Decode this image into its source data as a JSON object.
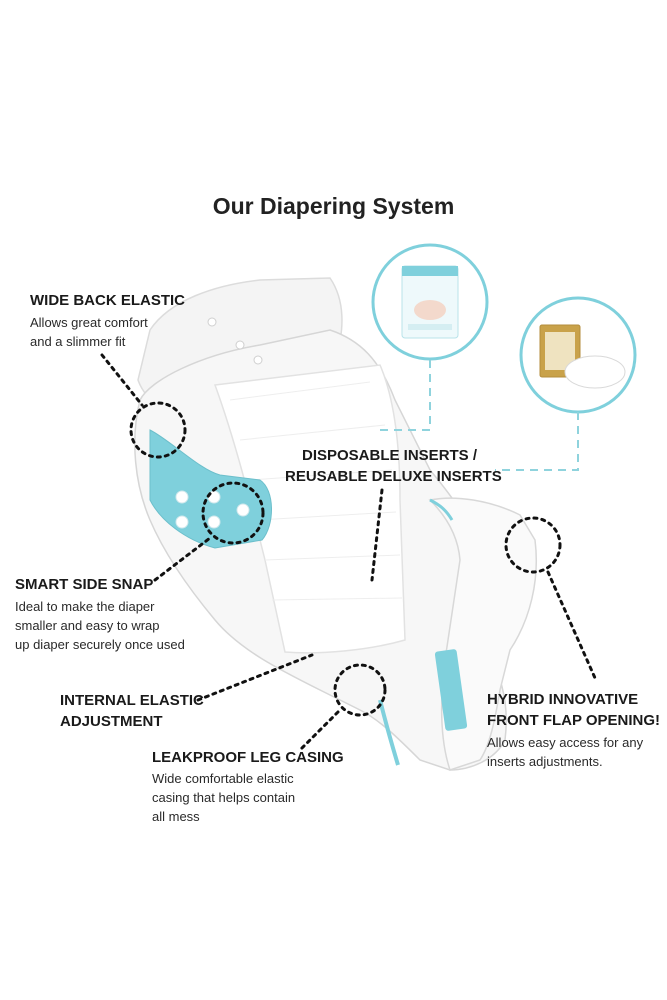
{
  "title": "Our Diapering System",
  "colors": {
    "accent": "#7fd0dc",
    "text": "#222222",
    "dots": "#111111",
    "dash": "#8fd3dd"
  },
  "labels": {
    "wide_back_elastic": {
      "heading": "WIDE BACK ELASTIC",
      "lines": [
        "Allows great comfort",
        "and a slimmer fit"
      ]
    },
    "inserts": {
      "heading_lines": [
        "DISPOSABLE INSERTS /",
        "REUSABLE DELUXE INSERTS"
      ]
    },
    "smart_side_snap": {
      "heading": "SMART SIDE SNAP",
      "lines": [
        "Ideal to make the diaper",
        "smaller and easy to wrap",
        "up diaper securely once used"
      ]
    },
    "internal_elastic": {
      "heading_lines": [
        "INTERNAL ELASTIC",
        "ADJUSTMENT"
      ]
    },
    "leakproof_leg": {
      "heading": "LEAKPROOF LEG CASING",
      "lines": [
        "Wide comfortable elastic",
        "casing that helps contain",
        "all mess"
      ]
    },
    "front_flap": {
      "heading_lines": [
        "HYBRID INNOVATIVE",
        "FRONT FLAP OPENING!"
      ],
      "lines": [
        "Allows easy access for any",
        "inserts adjustments."
      ]
    }
  },
  "icons": [
    "disposable-inserts-pack-icon",
    "deluxe-inserts-pack-icon",
    "diaper-illustration"
  ]
}
